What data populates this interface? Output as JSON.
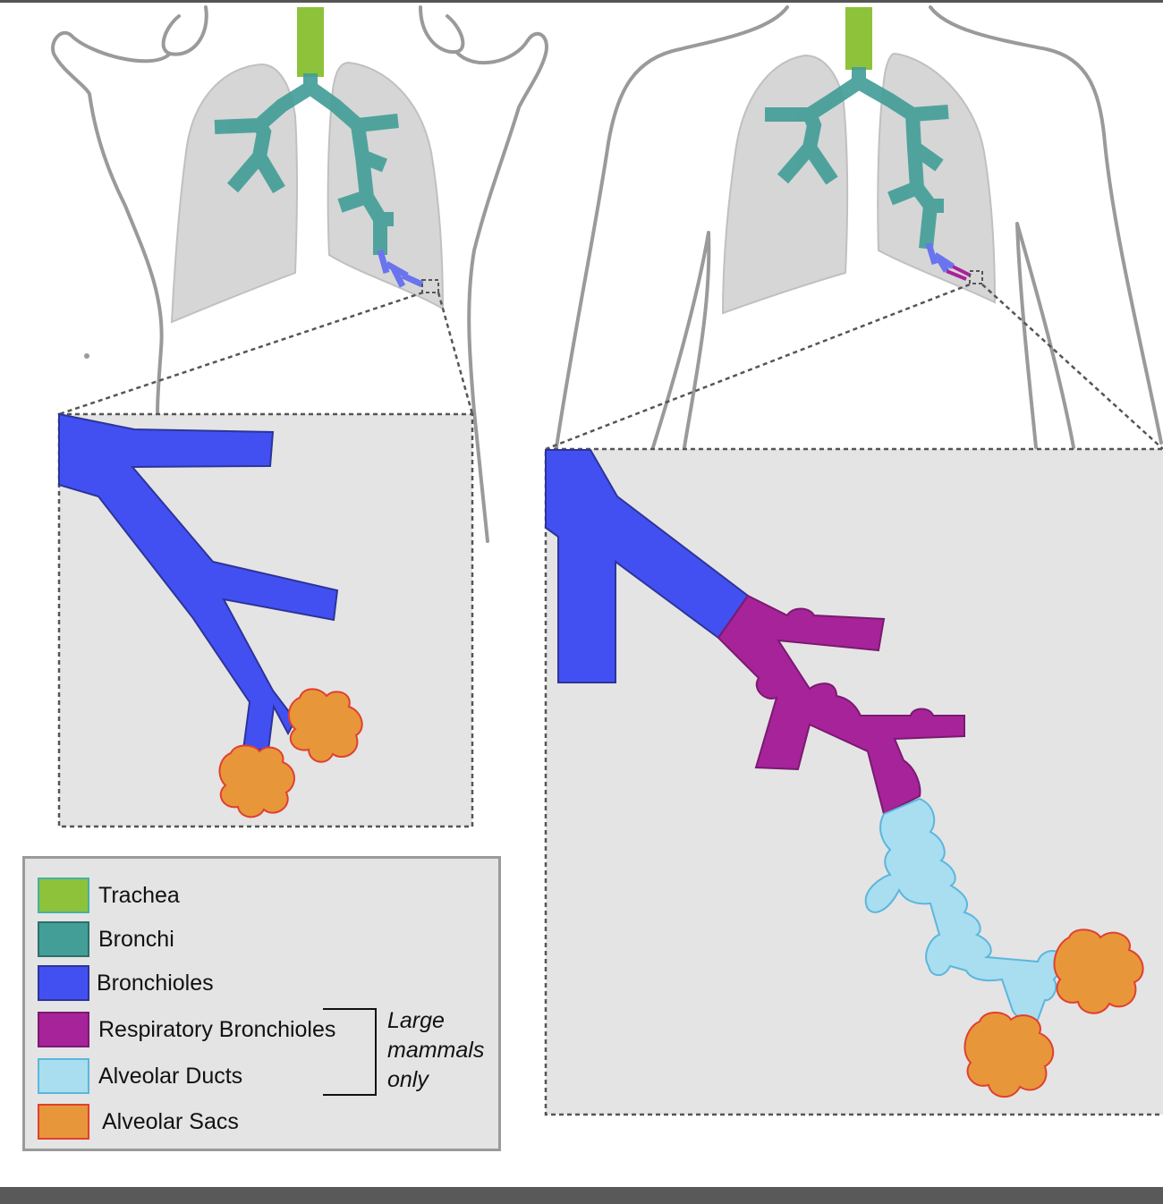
{
  "colors": {
    "trachea": "#8ec23a",
    "bronchi": "#449e98",
    "bronchioles": "#4250f2",
    "respiratory_bronchioles": "#a7239a",
    "alveolar_ducts": "#a8def0",
    "alveolar_sacs": "#e8963a",
    "lung": "#d4d4d4",
    "outline": "#9a9a9a",
    "inset_bg": "#e4e4e4"
  },
  "legend": {
    "items": [
      {
        "label": "Trachea",
        "color": "#8ec23a",
        "border": "#45b0a6"
      },
      {
        "label": "Bronchi",
        "color": "#449e98",
        "border": "#2e6f6a"
      },
      {
        "label": "Bronchioles",
        "color": "#4250f2",
        "border": "#2c3499"
      },
      {
        "label": "Respiratory Bronchioles",
        "color": "#a7239a",
        "border": "#7a1a70"
      },
      {
        "label": "Alveolar Ducts",
        "color": "#a8def0",
        "border": "#5cb6dd"
      },
      {
        "label": "Alveolar Sacs",
        "color": "#e8963a",
        "border": "#e04030"
      }
    ],
    "bracket_note": "Large mammals only"
  }
}
